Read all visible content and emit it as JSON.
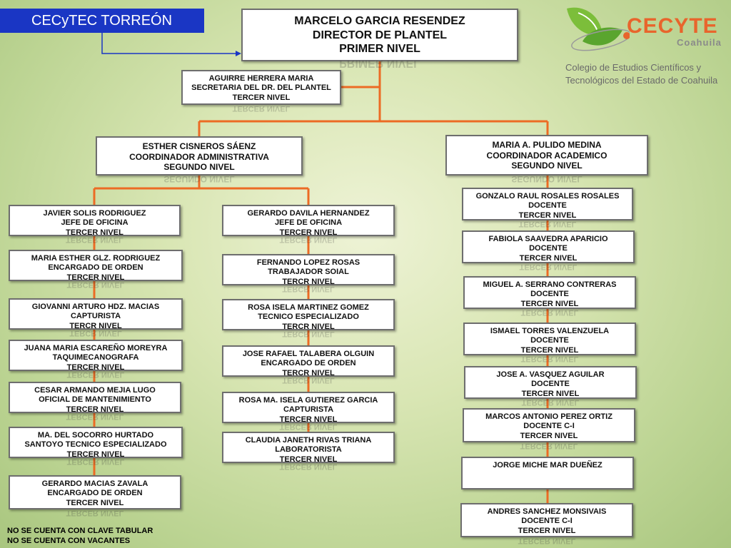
{
  "tag": "CECyTEC TORREÓN",
  "logo": {
    "name": "CECYTE",
    "region": "Coahuila",
    "subtitle_lines": [
      "Colegio de Estudios Científicos y",
      "Tecnológicos del Estado de Coahuila"
    ]
  },
  "colors": {
    "connector": "#ec6b24",
    "tag_bg": "#1a36c4",
    "arrow": "#1a36c4"
  },
  "director": {
    "lines": [
      "MARCELO GARCIA RESENDEZ",
      "DIRECTOR DE PLANTEL",
      "PRIMER NIVEL"
    ]
  },
  "secretary": {
    "lines": [
      "AGUIRRE HERRERA MARIA",
      "SECRETARIA DEL DR. DEL PLANTEL",
      "TERCER NIVEL"
    ]
  },
  "admin_coord": {
    "lines": [
      "ESTHER CISNEROS SÁENZ",
      "COORDINADOR ADMINISTRATIVA",
      "SEGUNDO NIVEL"
    ]
  },
  "academic_coord": {
    "lines": [
      "MARIA A. PULIDO MEDINA",
      "COORDINADOR ACADEMICO",
      "SEGUNDO NIVEL"
    ]
  },
  "admin_left": [
    {
      "lines": [
        "JAVIER SOLIS RODRIGUEZ",
        "JEFE DE OFICINA",
        "TERCER NIVEL"
      ]
    },
    {
      "lines": [
        "MARIA ESTHER GLZ. RODRIGUEZ",
        "ENCARGADO DE ORDEN",
        "TERCER NIVEL"
      ]
    },
    {
      "lines": [
        "GIOVANNI ARTURO HDZ. MACIAS",
        "CAPTURISTA",
        "TERCR NIVEL"
      ]
    },
    {
      "lines": [
        "JUANA MARIA ESCAREÑO MOREYRA",
        "TAQUIMECANOGRAFA",
        "TERCER NIVEL"
      ]
    },
    {
      "lines": [
        "CESAR ARMANDO MEJIA LUGO",
        "OFICIAL DE MANTENIMIENTO",
        "TERCER NIVEL"
      ]
    },
    {
      "lines": [
        "MA. DEL SOCORRO HURTADO",
        "SANTOYO TECNICO ESPECIALIZADO",
        "TERCER NIVEL"
      ]
    },
    {
      "lines": [
        "GERARDO MACIAS ZAVALA",
        "ENCARGADO DE ORDEN",
        "TERCER NIVEL"
      ]
    }
  ],
  "admin_right": [
    {
      "lines": [
        "GERARDO DAVILA HERNANDEZ",
        "JEFE DE OFICINA",
        "TERCER NIVEL"
      ]
    },
    {
      "lines": [
        "FERNANDO LOPEZ ROSAS",
        "TRABAJADOR SOIAL",
        "TERCR NIVEL"
      ]
    },
    {
      "lines": [
        "ROSA ISELA MARTINEZ GOMEZ",
        "TECNICO ESPECIALIZADO",
        "TERCR NIVEL"
      ]
    },
    {
      "lines": [
        "JOSE  RAFAEL TALABERA OLGUIN",
        "ENCARGADO DE ORDEN",
        "TERCR NIVEL"
      ]
    },
    {
      "lines": [
        "ROSA MA. ISELA GUTIEREZ GARCIA",
        "CAPTURISTA",
        "TERCER NIVEL"
      ]
    },
    {
      "lines": [
        "CLAUDIA JANETH RIVAS TRIANA",
        "LABORATORISTA",
        "TERCER NIVEL"
      ]
    }
  ],
  "academic": [
    {
      "lines": [
        "GONZALO RAUL ROSALES ROSALES",
        "DOCENTE",
        "TERCER NIVEL"
      ]
    },
    {
      "lines": [
        "FABIOLA SAAVEDRA APARICIO",
        "DOCENTE",
        "TERCER NIVEL"
      ]
    },
    {
      "lines": [
        "MIGUEL A. SERRANO CONTRERAS",
        "DOCENTE",
        "TERCER NIVEL"
      ]
    },
    {
      "lines": [
        "ISMAEL TORRES VALENZUELA",
        "DOCENTE",
        "TERCER NIVEL"
      ]
    },
    {
      "lines": [
        "JOSE A.  VASQUEZ AGUILAR",
        "DOCENTE",
        "TERCER NIVEL"
      ]
    },
    {
      "lines": [
        "MARCOS ANTONIO PEREZ ORTIZ",
        "DOCENTE C-I",
        "TERCER NIVEL"
      ]
    },
    {
      "lines": [
        "JORGE MICHE MAR DUEÑEZ"
      ]
    },
    {
      "lines": [
        "ANDRES SANCHEZ MONSIVAIS",
        "DOCENTE C-I",
        "TERCER NIVEL"
      ]
    }
  ],
  "notes": [
    "NO SE CUENTA CON CLAVE TABULAR",
    "NO SE CUENTA CON VACANTES"
  ]
}
